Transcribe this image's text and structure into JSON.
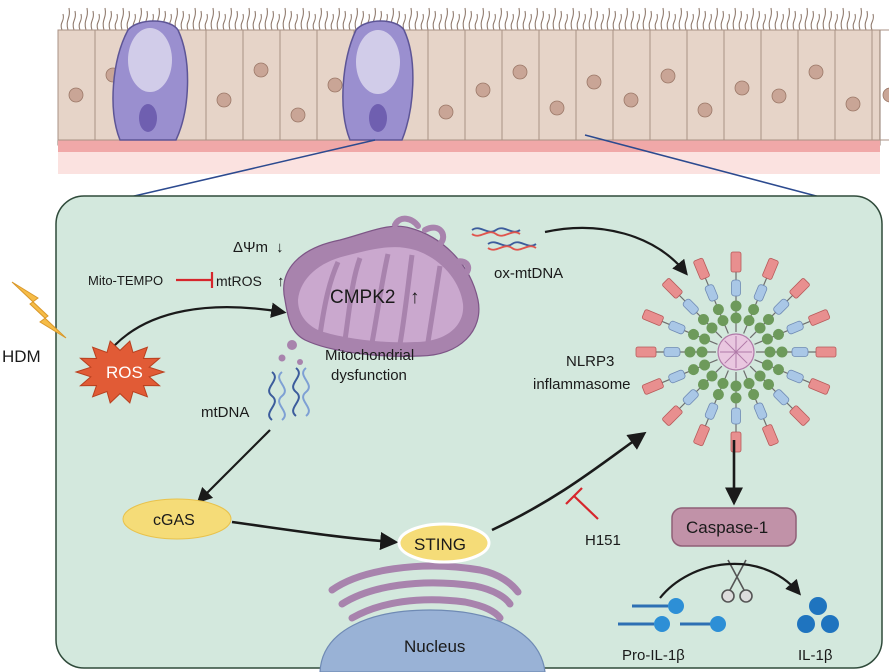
{
  "labels": {
    "hdm": "HDM",
    "ros": "ROS",
    "mito_tempo": "Mito-TEMPO",
    "mtros": "mtROS",
    "delta_psi": "ΔΨm",
    "cmpk2": "CMPK2",
    "mito_dysfunction_1": "Mitochondrial",
    "mito_dysfunction_2": "dysfunction",
    "mtdna": "mtDNA",
    "ox_mtdna": "ox-mtDNA",
    "nlrp3_1": "NLRP3",
    "nlrp3_2": "inflammasome",
    "cgas": "cGAS",
    "sting": "STING",
    "h151": "H151",
    "caspase1": "Caspase-1",
    "pro_il1b": "Pro-IL-1β",
    "il1b": "IL-1β",
    "nucleus": "Nucleus",
    "up_arrow": "↑",
    "down_arrow": "↓"
  },
  "colors": {
    "cell_fill": "#d3e8dd",
    "epithelium": "#e6d4c8",
    "basement": "#f3b7b5",
    "goblet": "#9a8fcf",
    "mito": "#a883ad",
    "ros": "#e15b36",
    "cgas": "#f5dc78",
    "caspase": "#c192a8",
    "nucleus": "#99b2d6",
    "inhibit": "#d6262c",
    "hdm": "#f6bc47"
  }
}
